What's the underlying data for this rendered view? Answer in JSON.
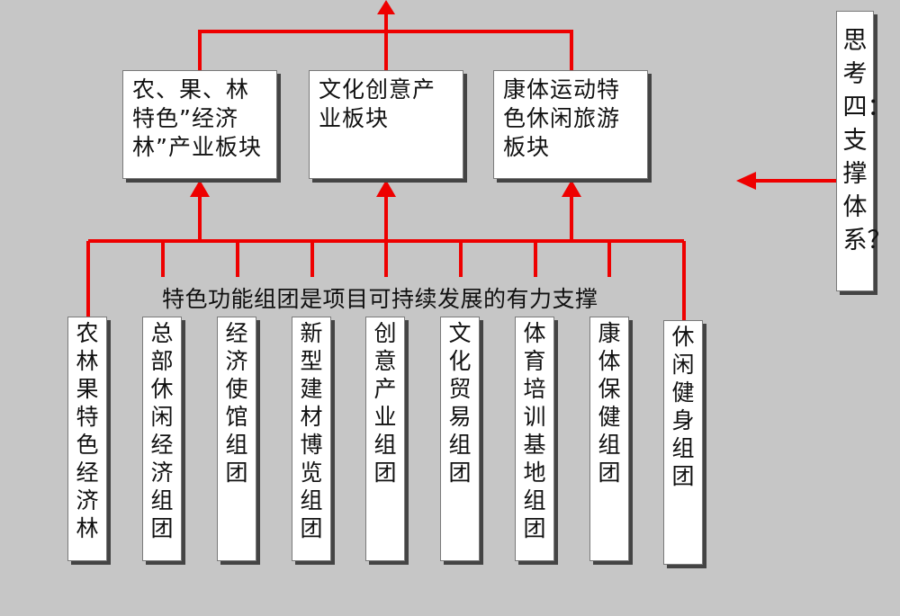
{
  "sectors": [
    {
      "label": "农、果、林特色”经济林”产业板块"
    },
    {
      "label": "文化创意产业板块"
    },
    {
      "label": "康体运动特色休闲旅游板块"
    }
  ],
  "caption": "特色功能组团是项目可持续发展的有力支撑",
  "clusters": [
    {
      "label": "农林果特色经济林"
    },
    {
      "label": "总部休闲经济组团"
    },
    {
      "label": "经济使馆组团"
    },
    {
      "label": "新型建材博览组团"
    },
    {
      "label": "创意产业组团"
    },
    {
      "label": "文化贸易组团"
    },
    {
      "label": "体育培训基地组团"
    },
    {
      "label": "康体保健组团"
    },
    {
      "label": "休闲健身组团"
    }
  ],
  "side_note": {
    "label": "思考四：支撑体系？"
  },
  "colors": {
    "connector": "#ee0000",
    "background": "#c6c6c6",
    "box": "#ffffff"
  }
}
